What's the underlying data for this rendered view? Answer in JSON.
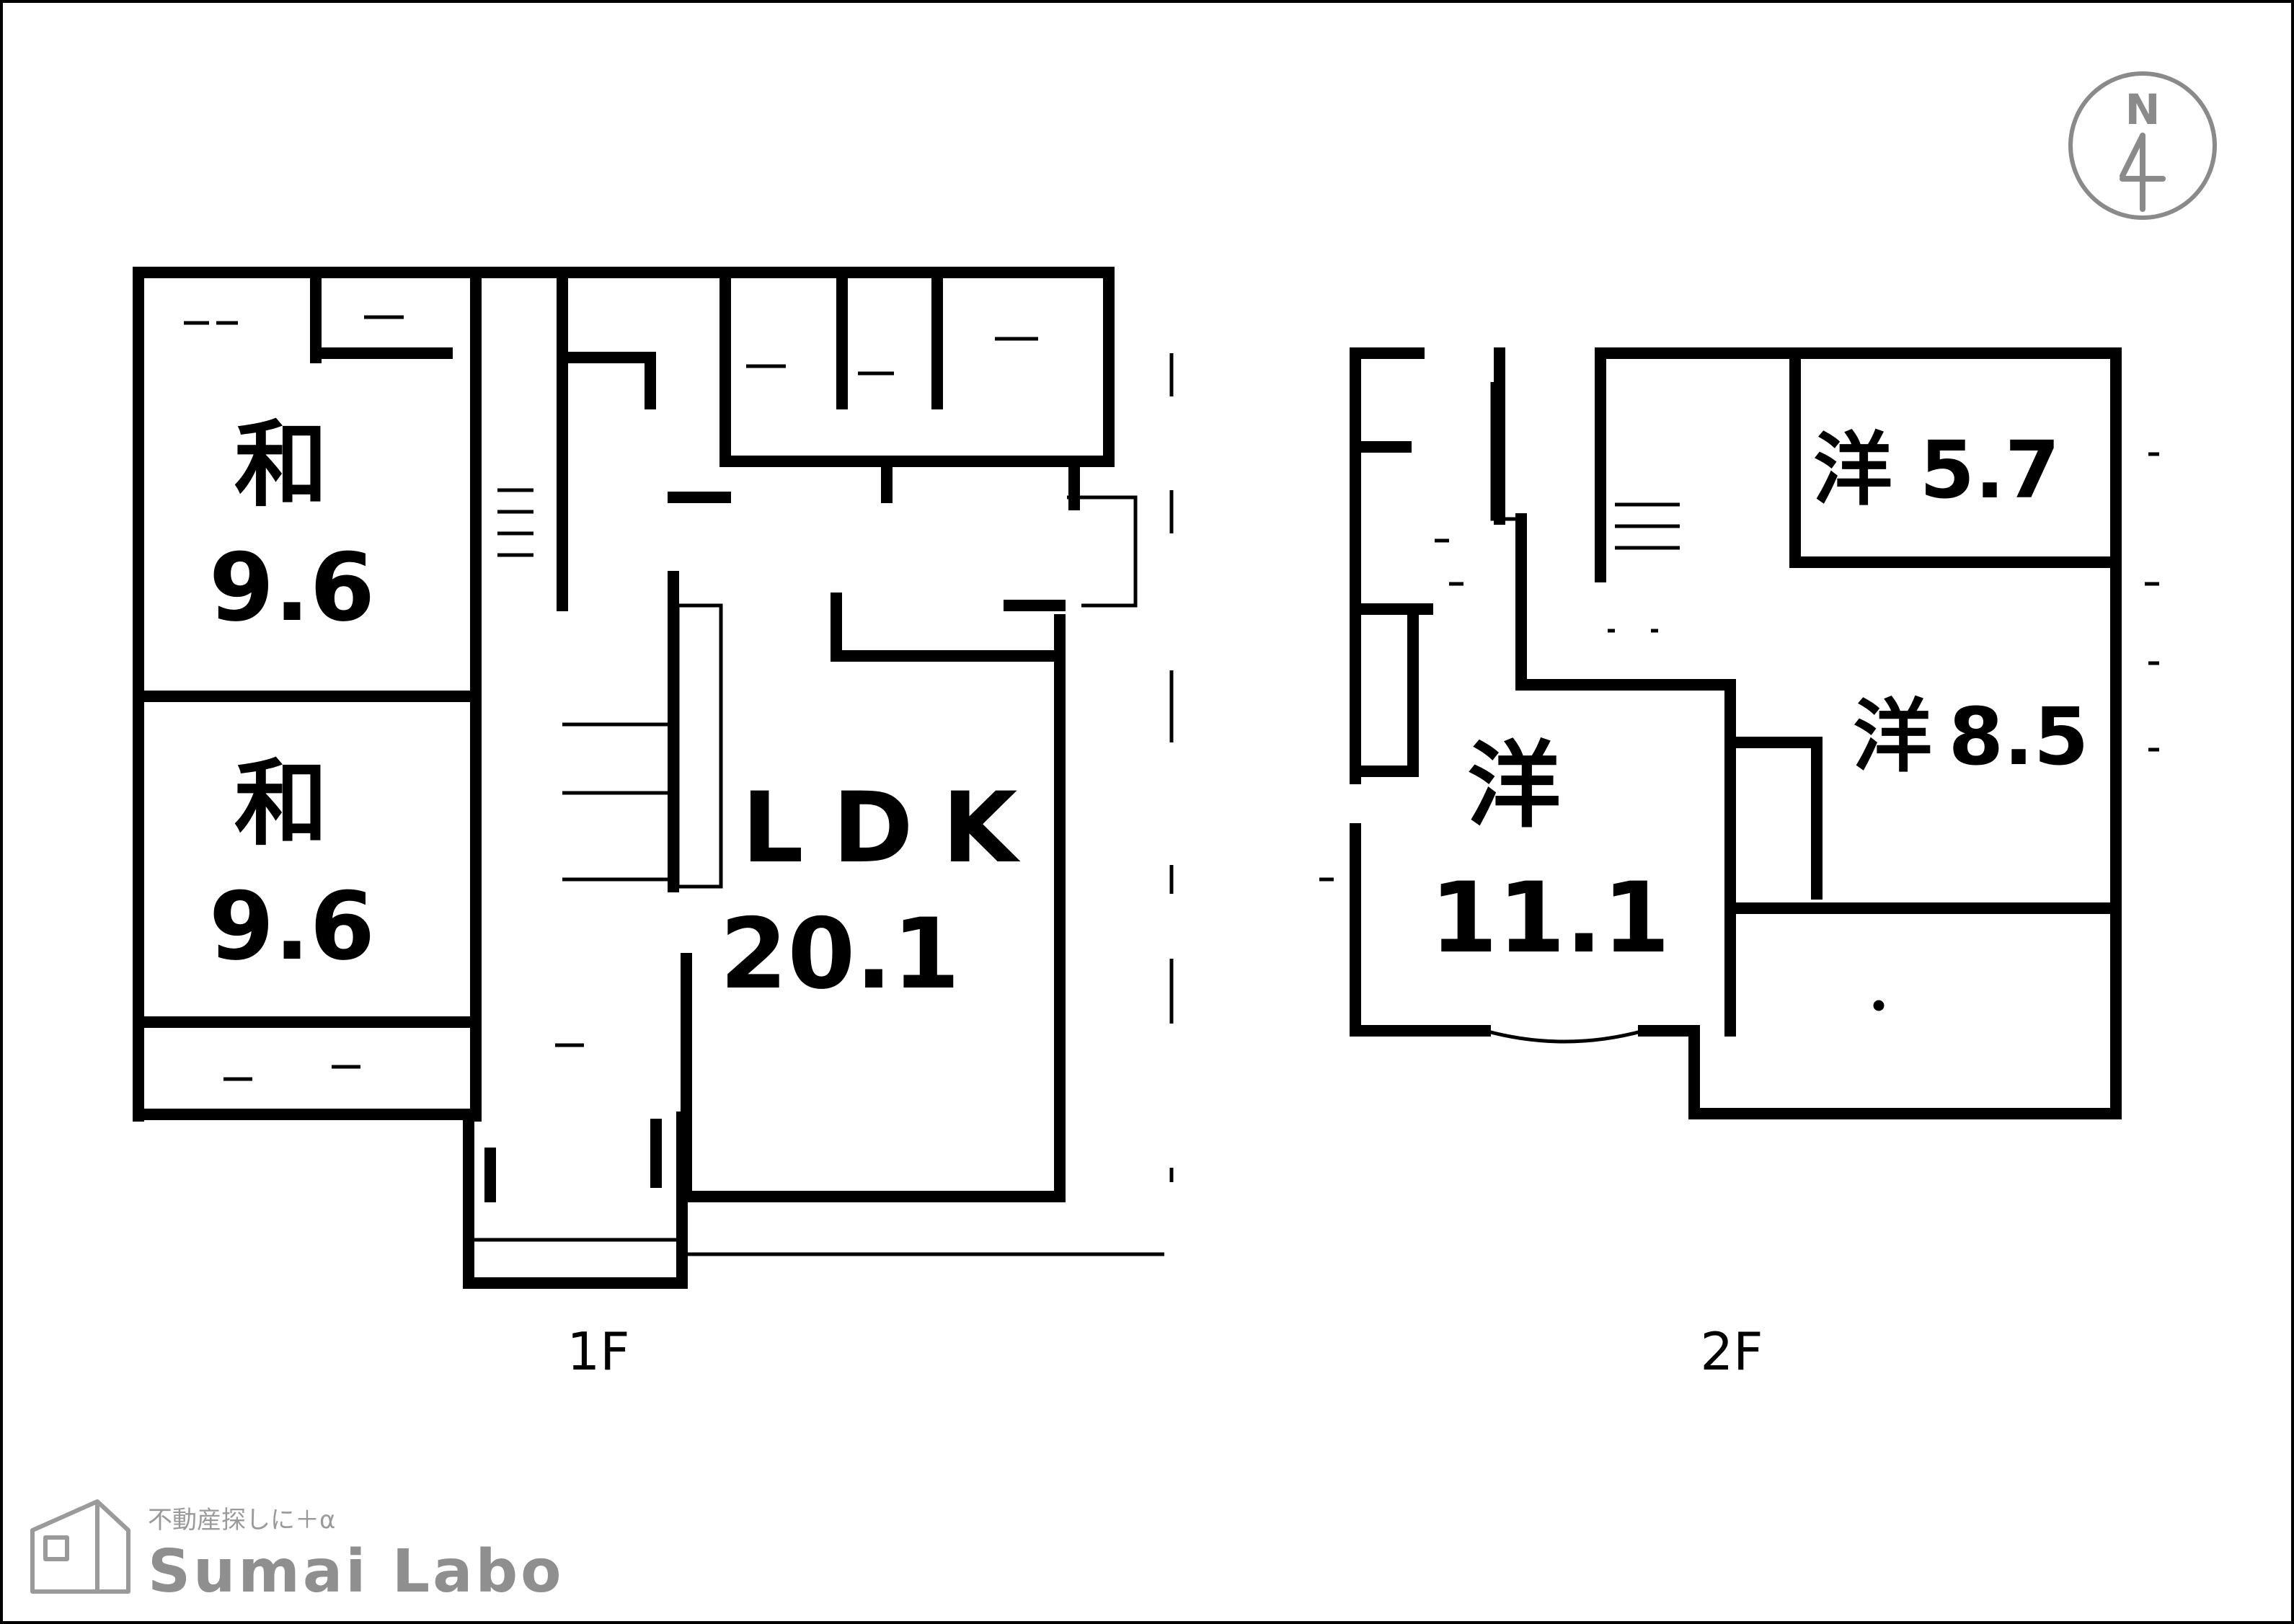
{
  "floor_1": {
    "label": "1F",
    "rooms": [
      {
        "type": "和",
        "size": "9.6"
      },
      {
        "type": "和",
        "size": "9.6"
      },
      {
        "type": "LDK",
        "size": "20.1"
      }
    ]
  },
  "floor_2": {
    "label": "2F",
    "rooms": [
      {
        "type": "洋",
        "size": "5.7"
      },
      {
        "type": "洋",
        "size": "8.5"
      },
      {
        "type": "洋",
        "size": "11.1"
      }
    ]
  },
  "compass": {
    "letter": "N",
    "icon": "north-arrow-icon"
  },
  "logo": {
    "tagline": "不動産探しに＋α",
    "name": "Sumai Labo",
    "icon": "house-icon"
  },
  "colors": {
    "wall": "#000000",
    "logo": "#8f8f8f",
    "compass": "#8a8a8a"
  }
}
